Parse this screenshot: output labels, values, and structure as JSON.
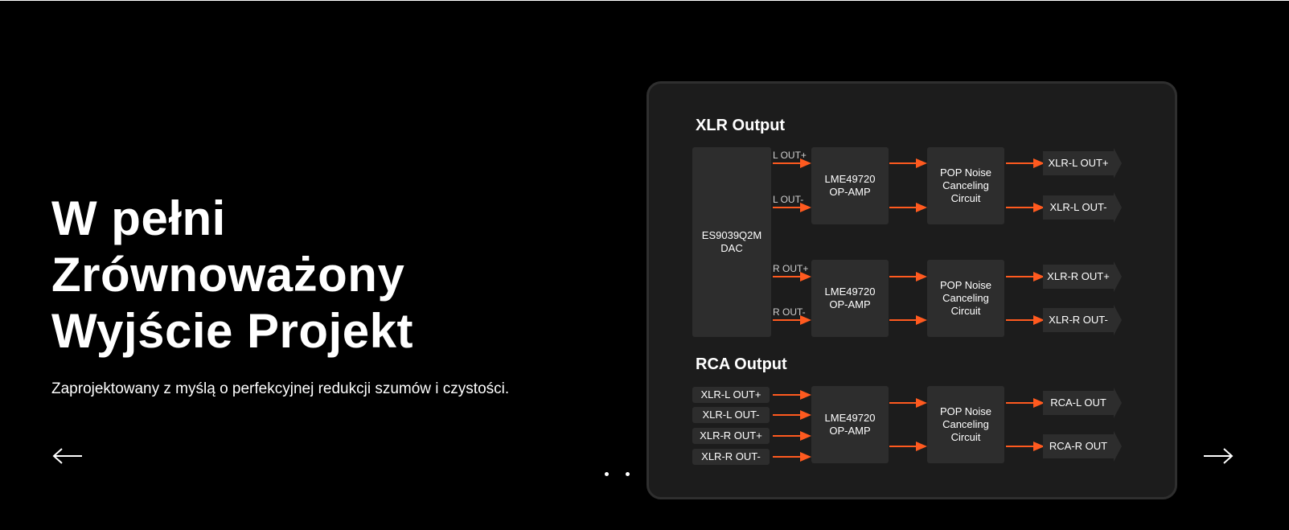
{
  "hero": {
    "headline": [
      "W pełni",
      "Zrównoważony",
      "Wyjście Projekt"
    ],
    "subtitle": "Zaprojektowany z myślą o perfekcyjnej redukcji szumów i czystości."
  },
  "navigation": {
    "prev_icon": "arrow-left-icon",
    "next_icon": "arrow-right-icon",
    "slide_count": 4,
    "active_slide": 4
  },
  "diagram": {
    "colors": {
      "wire": "#ff5a1f",
      "block": "#2d2d2d",
      "card": "#1c1c1c"
    },
    "xlr_title": "XLR Output",
    "rca_title": "RCA Output",
    "dac": [
      "ES9039Q2M",
      "DAC"
    ],
    "opamp": [
      "LME49720",
      "OP-AMP"
    ],
    "pop": [
      "POP Noise",
      "Canceling",
      "Circuit"
    ],
    "xlr_signals": [
      "L OUT+",
      "L OUT-",
      "R OUT+",
      "R OUT-"
    ],
    "xlr_outputs": [
      "XLR-L OUT+",
      "XLR-L OUT-",
      "XLR-R OUT+",
      "XLR-R OUT-"
    ],
    "rca_inputs": [
      "XLR-L OUT+",
      "XLR-L OUT-",
      "XLR-R OUT+",
      "XLR-R OUT-"
    ],
    "rca_outputs": [
      "RCA-L OUT",
      "RCA-R OUT"
    ]
  }
}
